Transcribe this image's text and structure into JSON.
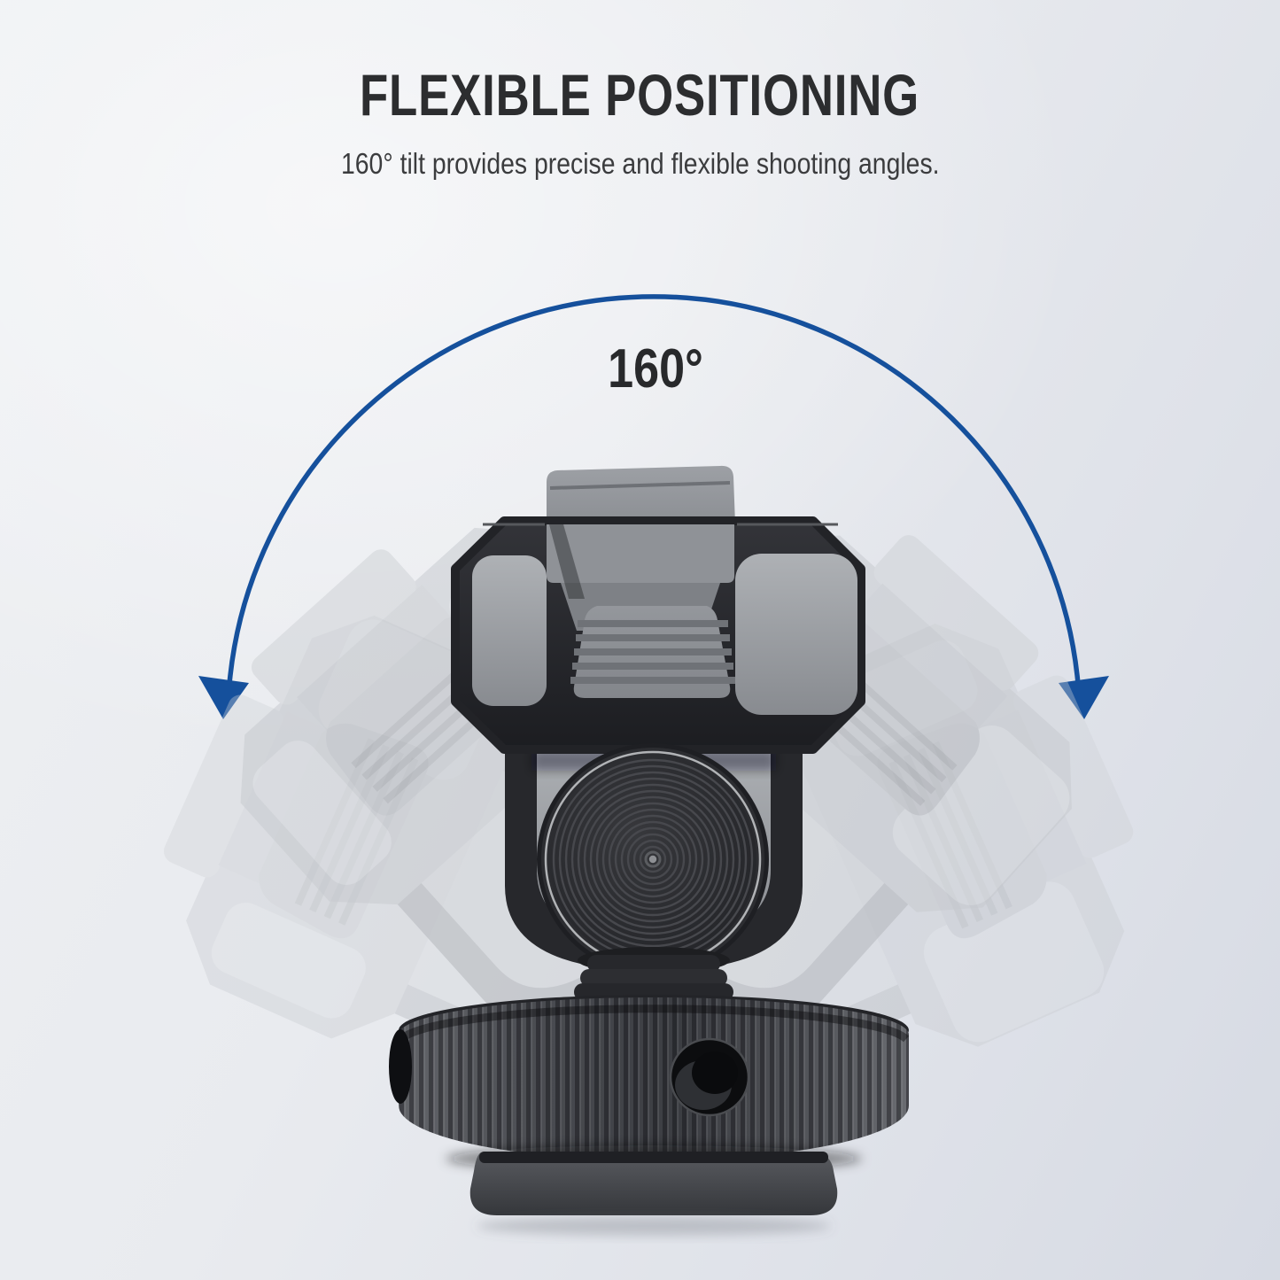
{
  "header": {
    "title": "FLEXIBLE POSITIONING",
    "subtitle": "160° tilt provides precise and flexible shooting angles."
  },
  "diagram": {
    "angle_label": "160°",
    "arc_color": "#15509c",
    "ghosts": [
      "tilted-left-outer",
      "tilted-left-inner",
      "tilted-right-inner",
      "tilted-right-outer"
    ],
    "product_parts": [
      "clip-tab",
      "shoe-clamp-head",
      "clamp-panels",
      "spring-clip-ridges",
      "mount-neck",
      "tilt-lock-knob",
      "threaded-stem",
      "knurled-locking-wheel",
      "cold-shoe-plate"
    ]
  },
  "colors": {
    "background_start": "#eef0f3",
    "background_end": "#d6dae3",
    "title_text": "#2c2d2f",
    "subtitle_text": "#3b3c3e",
    "angle_text": "#28292b",
    "arc_blue": "#15509c",
    "product_dark": "#232428",
    "product_gray": "#9a9da2",
    "ghost_gray": "#c9ccd1"
  }
}
